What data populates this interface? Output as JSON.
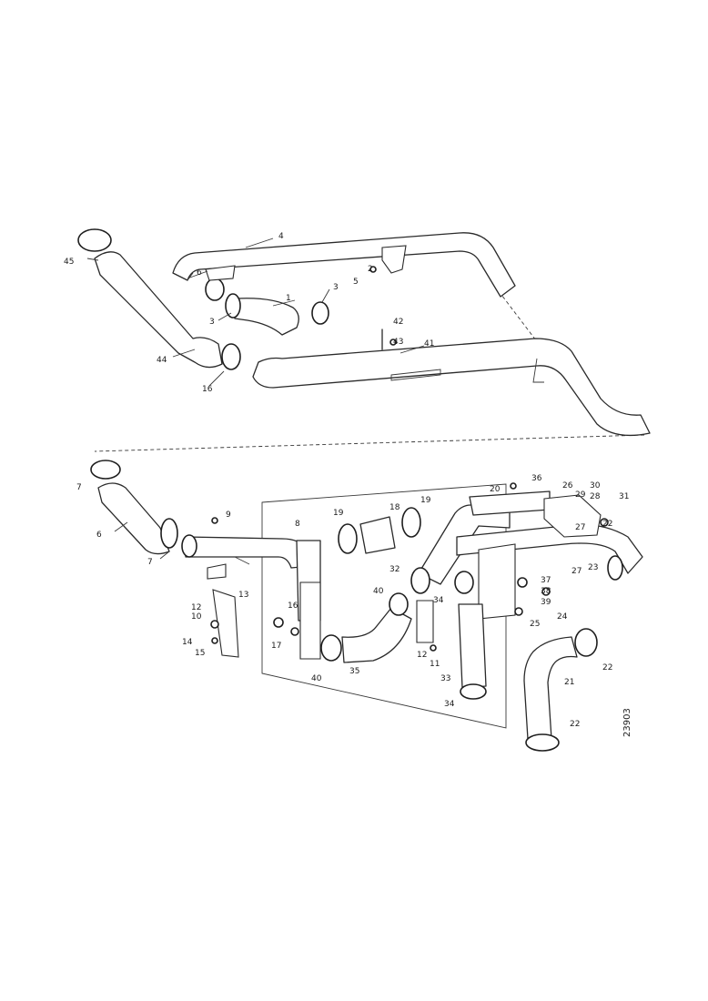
{
  "diagram": {
    "drawing_number": "23903",
    "labels": [
      "1",
      "2",
      "3",
      "4",
      "5",
      "6",
      "7",
      "8",
      "9",
      "10",
      "11",
      "12",
      "13",
      "14",
      "15",
      "16",
      "17",
      "18",
      "19",
      "20",
      "21",
      "22",
      "23",
      "24",
      "25",
      "26",
      "27",
      "28",
      "29",
      "30",
      "31",
      "32",
      "33",
      "34",
      "35",
      "36",
      "37",
      "38",
      "39",
      "40",
      "41",
      "42",
      "43",
      "44",
      "45"
    ]
  },
  "colors": {
    "line": "#2a2a2a",
    "background": "#ffffff"
  }
}
